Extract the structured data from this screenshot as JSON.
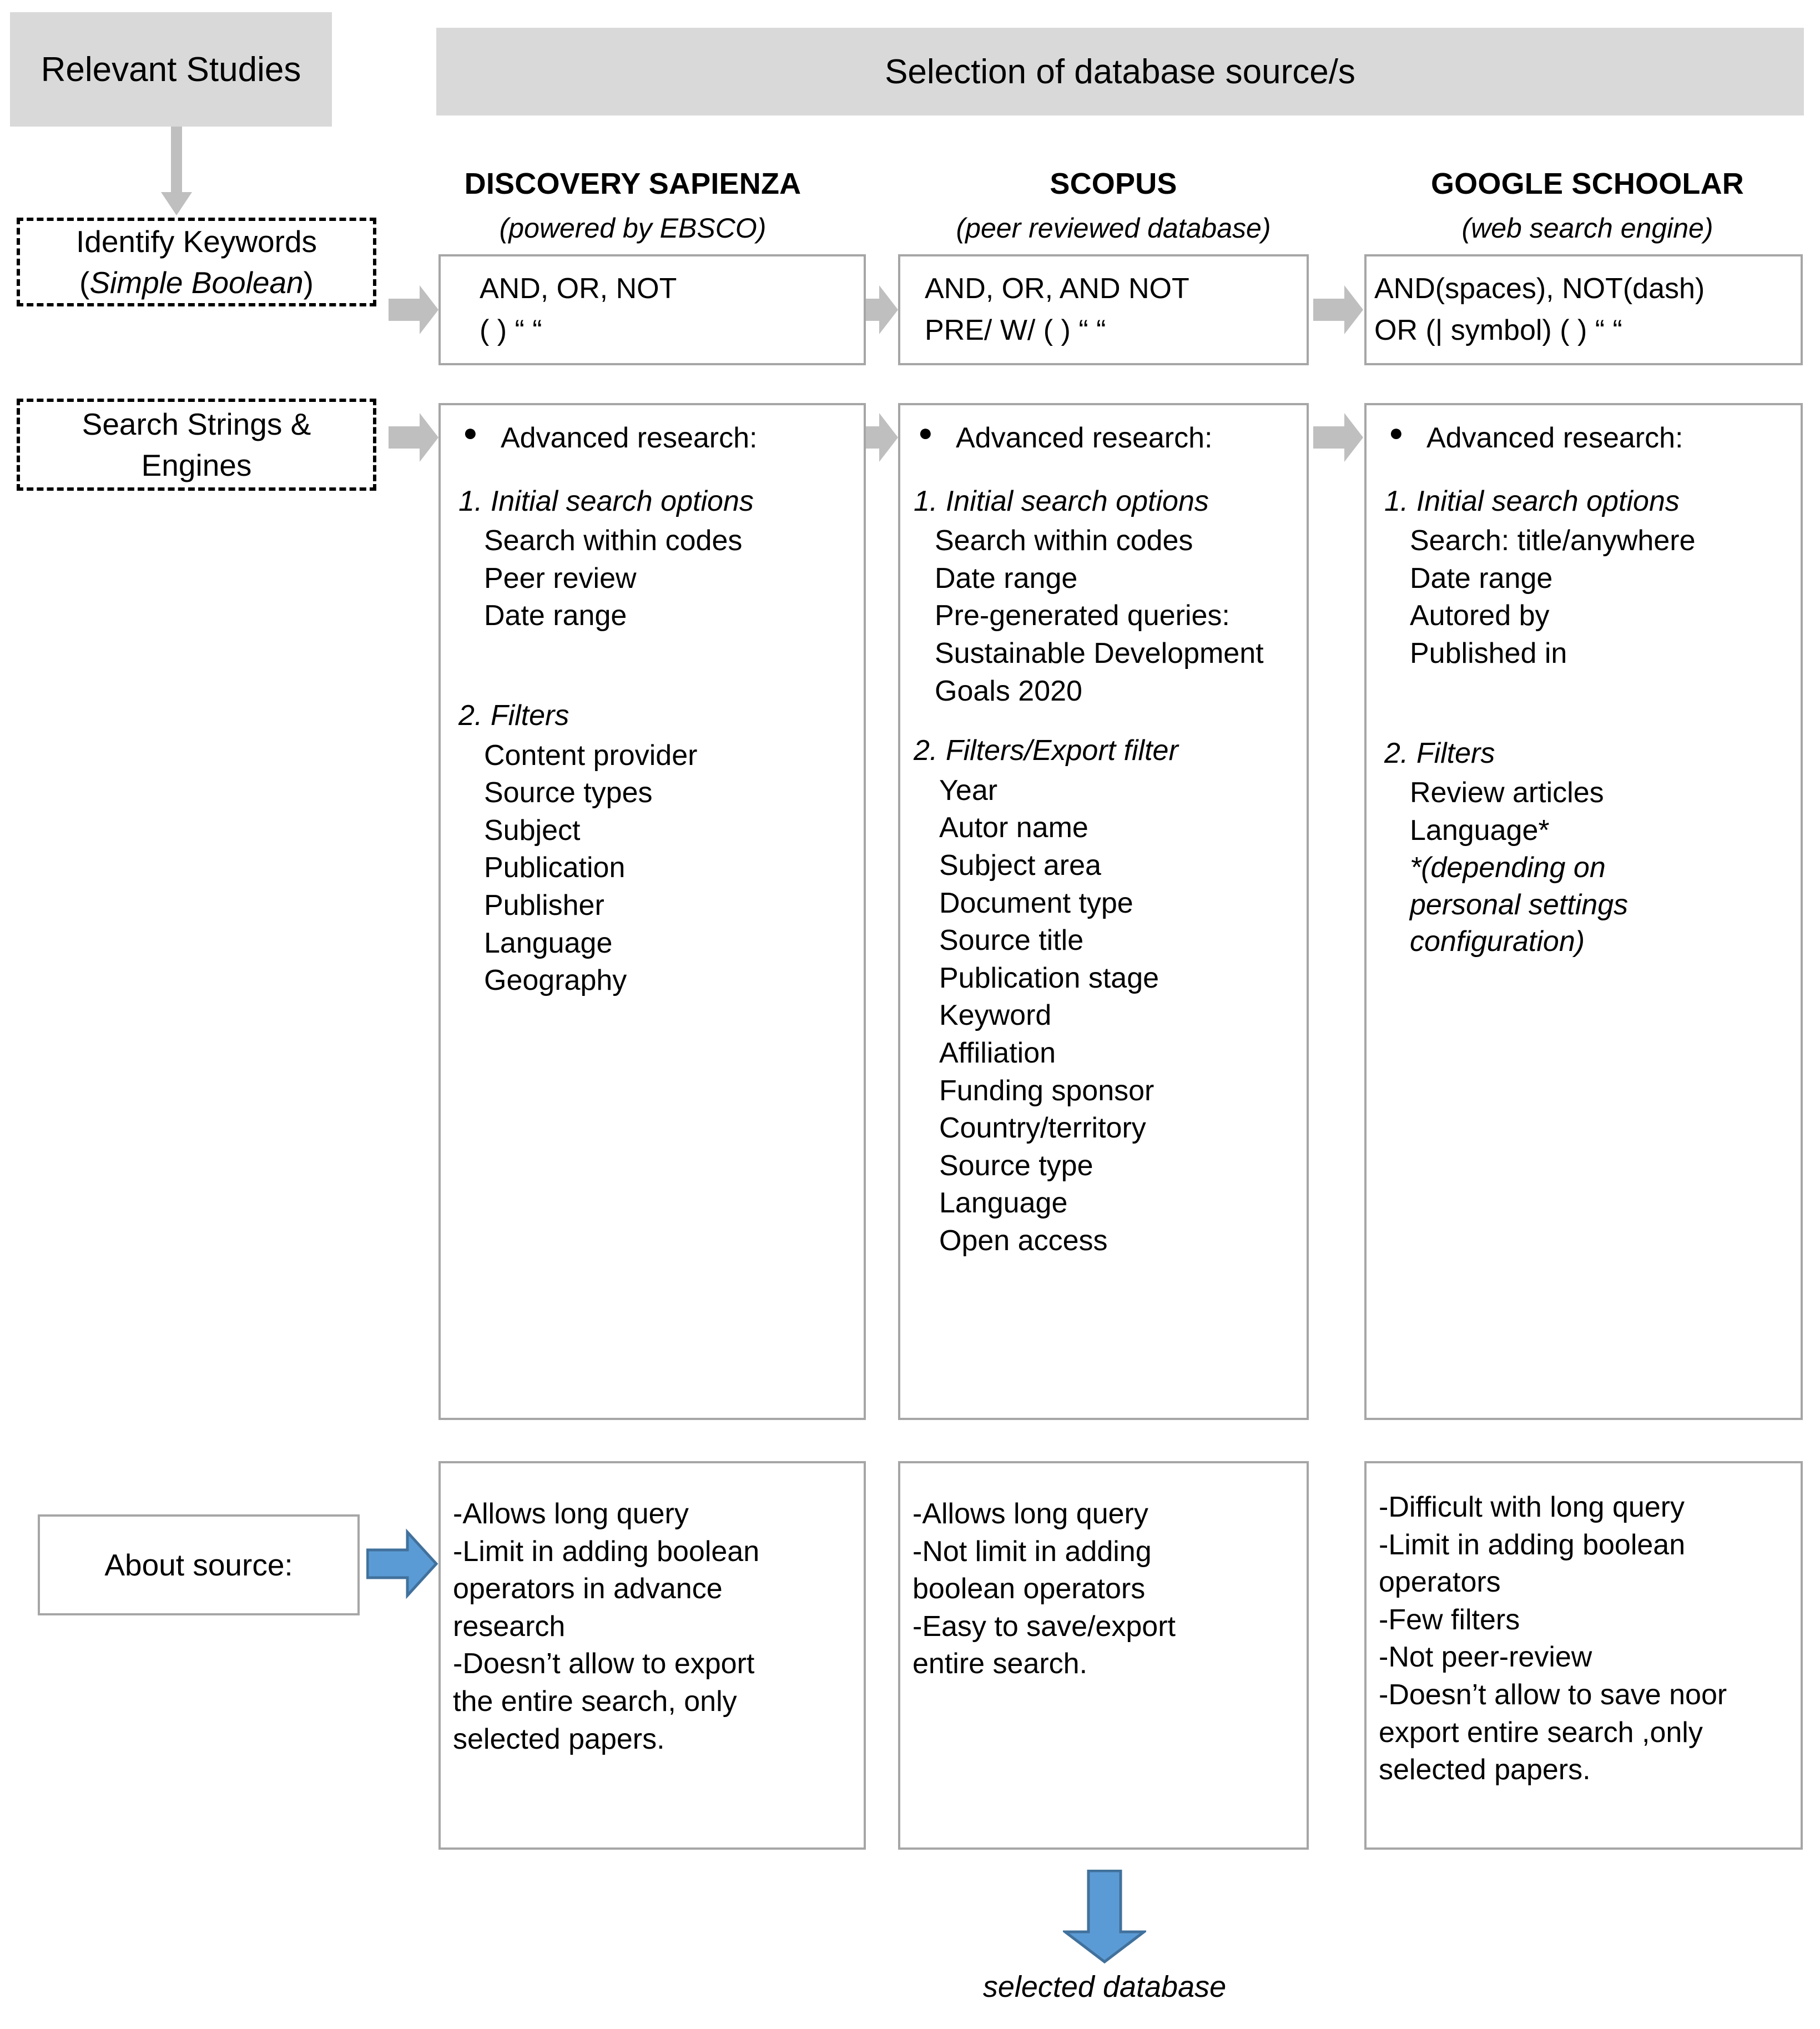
{
  "left_column": {
    "relevant_studies": "Relevant Studies",
    "identify_keywords_line1": "Identify Keywords",
    "identify_keywords_line2_open": "(",
    "identify_keywords_line2_italic": "Simple Boolean",
    "identify_keywords_line2_close": ")",
    "search_strings_line1": "Search Strings &",
    "search_strings_line2": "Engines",
    "about_source": "About source:"
  },
  "header": {
    "title": "Selection of database source/s"
  },
  "columns": [
    {
      "id": "discovery-sapienza",
      "title": "DISCOVERY SAPIENZA",
      "subtitle": "(powered by EBSCO)",
      "operators": [
        "AND, OR,  NOT",
        "(  )    “ “"
      ],
      "bullet": "Advanced research:",
      "section1_head": "1. Initial search options",
      "section1_items": [
        "Search within codes",
        "Peer review",
        "Date range"
      ],
      "section2_head": "2. Filters",
      "section2_items": [
        "Content provider",
        "Source types",
        "Subject",
        "Publication",
        "Publisher",
        "Language",
        "Geography"
      ],
      "section2_note": "",
      "about": [
        "-Allows long query",
        "-Limit in adding boolean",
        " operators in advance",
        " research",
        "-Doesn’t allow to export",
        " the entire search, only",
        " selected papers."
      ]
    },
    {
      "id": "scopus",
      "title": "SCOPUS",
      "subtitle": "(peer reviewed database)",
      "operators": [
        "AND, OR, AND NOT",
        "PRE/ W/    (  )    “ “"
      ],
      "bullet": "Advanced research:",
      "section1_head": "1. Initial search options",
      "section1_items": [
        "Search within codes",
        "Date range",
        "Pre-generated queries:",
        "Sustainable Development",
        "Goals 2020"
      ],
      "section2_head": "2. Filters/Export filter",
      "section2_items": [
        "Year",
        "Autor name",
        "Subject area",
        "Document type",
        "Source title",
        "Publication stage",
        "Keyword",
        "Affiliation",
        "Funding sponsor",
        "Country/territory",
        "Source type",
        "Language",
        "Open access"
      ],
      "section2_note": "",
      "about": [
        "-Allows long query",
        "-Not limit in adding",
        " boolean operators",
        "-Easy to save/export",
        " entire search."
      ]
    },
    {
      "id": "google-schoolar",
      "title": "GOOGLE SCHOOLAR",
      "subtitle": "(web search engine)",
      "operators": [
        "AND(spaces), NOT(dash)",
        "OR (| symbol)    (  )    “ “"
      ],
      "bullet": "Advanced research:",
      "section1_head": "1. Initial search options",
      "section1_items": [
        "Search: title/anywhere",
        "Date range",
        "Autored by",
        "Published in"
      ],
      "section2_head": "2. Filters",
      "section2_items": [
        "Review articles",
        "Language*"
      ],
      "section2_note": "*(depending on personal settings configuration)",
      "about": [
        "-Difficult with long query",
        "-Limit in adding boolean",
        " operators",
        "-Few filters",
        "-Not peer-review",
        "-Doesn’t allow to save noor",
        " export entire search ,only",
        " selected papers."
      ]
    }
  ],
  "footer": {
    "selected_database": "selected database"
  },
  "colors": {
    "header_fill": "#d9d9d9",
    "box_border": "#a6a6a6",
    "grey_arrow": "#bfbfbf",
    "blue_arrow": "#5b9bd5",
    "blue_arrow_stroke": "#41719c",
    "text": "#000000"
  },
  "icons": {
    "grey_down_arrow": "arrow-down-icon",
    "grey_right_arrow": "arrow-right-icon",
    "blue_right_arrow": "arrow-right-icon",
    "blue_down_arrow": "arrow-down-icon",
    "bullet": "bullet-dot-icon"
  }
}
